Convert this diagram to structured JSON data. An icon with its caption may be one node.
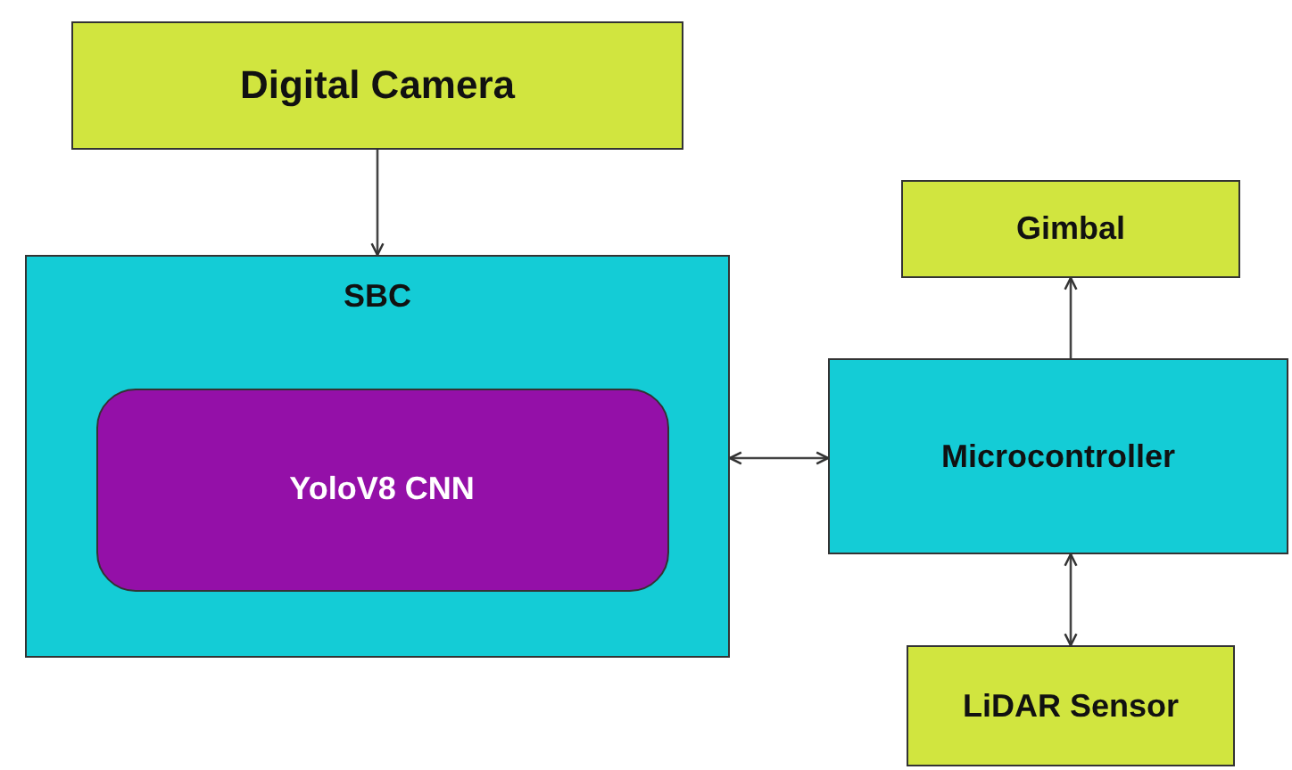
{
  "diagram": {
    "nodes": [
      {
        "text": [
          "Digital Camera"
        ]
      },
      {
        "text": [
          "SBC"
        ]
      },
      {
        "text": [
          "YoloV8 CNN"
        ],
        "in": 1
      },
      {
        "text": [
          "Gimbal"
        ]
      },
      {
        "text": [
          "Microcontroller"
        ]
      },
      {
        "text": [
          "LiDAR Sensor"
        ]
      }
    ],
    "edges": [
      {
        "from": 0,
        "to": 1,
        "arrow": "to"
      },
      {
        "from": 1,
        "to": 4,
        "arrow": "both"
      },
      {
        "from": 4,
        "to": 3,
        "arrow": "to"
      },
      {
        "from": 5,
        "to": 4,
        "arrow": "both"
      }
    ]
  }
}
